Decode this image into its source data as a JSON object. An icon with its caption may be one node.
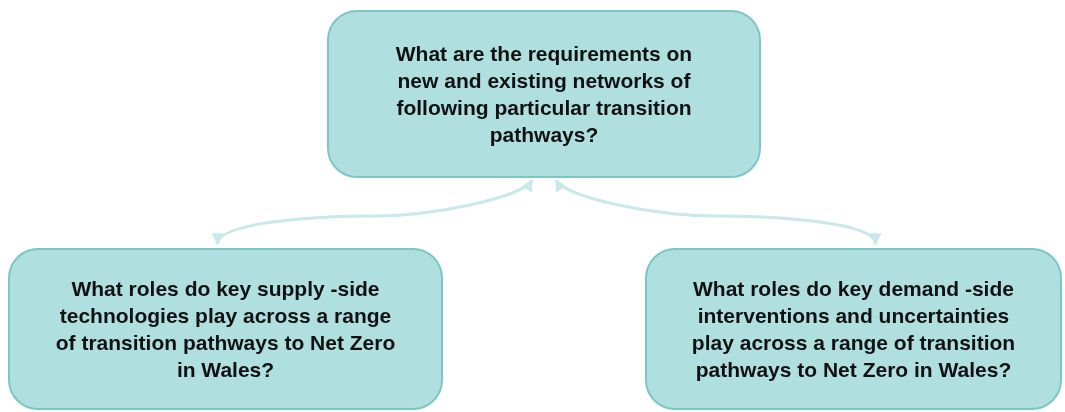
{
  "diagram": {
    "nodes": [
      {
        "text": [
          "What are the requirements on new and existing networks of following particular transition pathways?"
        ]
      },
      {
        "text": [
          "What roles do key supply -side technologies play across a range of transition pathways to Net Zero in Wales?"
        ]
      },
      {
        "text": [
          "What roles do key demand -side interventions and uncertainties play across a range of transition pathways to Net Zero in Wales?"
        ]
      }
    ],
    "edges": [
      {
        "from": 0,
        "to": 1,
        "arrow": "both"
      },
      {
        "from": 0,
        "to": 2,
        "arrow": "both"
      }
    ]
  }
}
